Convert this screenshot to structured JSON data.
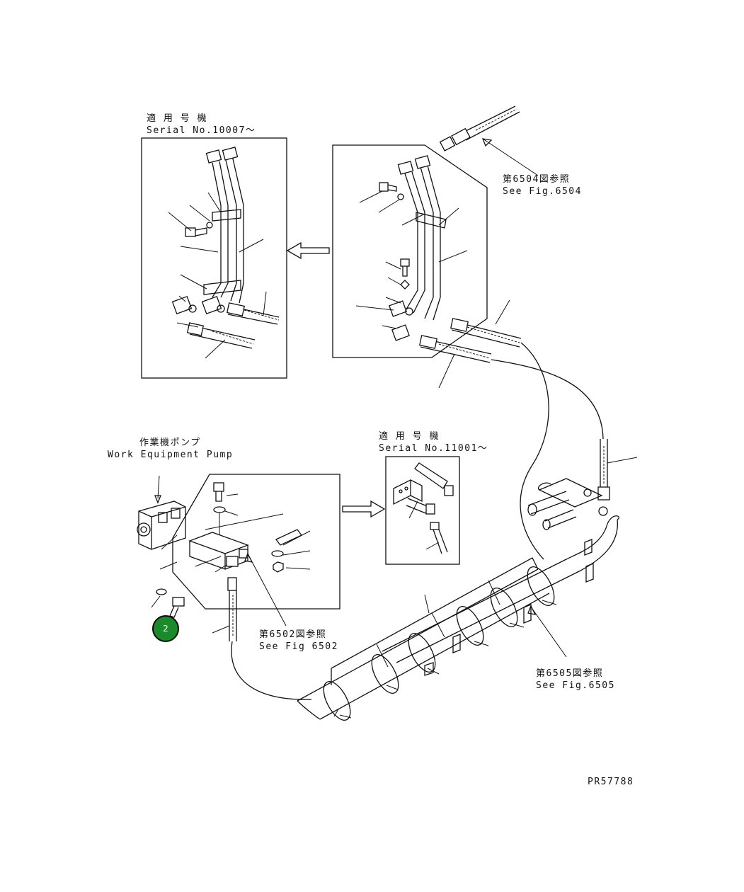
{
  "labels": {
    "inset_a_jp": "適 用 号 機",
    "inset_a_en": "Serial No.10007～",
    "fig6504_jp": "第6504図参照",
    "fig6504_en": "See Fig.6504",
    "pump_jp": "作業機ポンプ",
    "pump_en": "Work Equipment Pump",
    "inset_b_jp": "適 用 号 機",
    "inset_b_en": "Serial No.11001～",
    "fig6502_jp": "第6502図参照",
    "fig6502_en": "See Fig 6502",
    "fig6505_jp": "第6505図参照",
    "fig6505_en": "See Fig.6505",
    "drawing_no": "PR57788"
  },
  "callouts": [
    {
      "id": "2",
      "label": "2"
    }
  ],
  "colors": {
    "line": "#111111",
    "callout_fill": "#1b8a2a",
    "background": "#ffffff"
  }
}
